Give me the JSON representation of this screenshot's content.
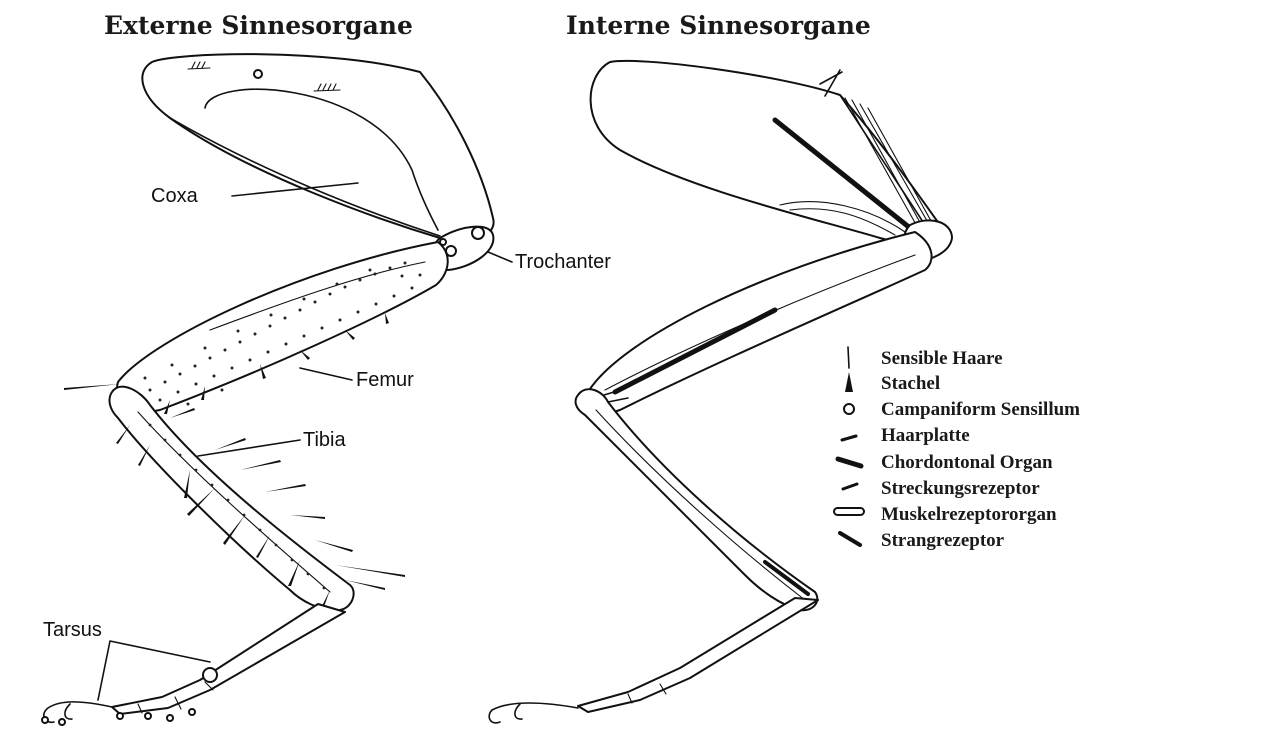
{
  "titles": {
    "external": "Externe Sinnesorgane",
    "internal": "Interne Sinnesorgane"
  },
  "parts": {
    "coxa": "Coxa",
    "trochanter": "Trochanter",
    "femur": "Femur",
    "tibia": "Tibia",
    "tarsus": "Tarsus"
  },
  "legend": [
    {
      "symbol": "sensible-hair-symbol",
      "label": "Sensible Haare"
    },
    {
      "symbol": "spine-symbol",
      "label": "Stachel"
    },
    {
      "symbol": "campaniform-sensillum-symbol",
      "label": "Campaniform Sensillum"
    },
    {
      "symbol": "hair-plate-symbol",
      "label": "Haarplatte"
    },
    {
      "symbol": "chordotonal-organ-symbol",
      "label": "Chordontonal Organ"
    },
    {
      "symbol": "stretch-receptor-symbol",
      "label": "Streckungsrezeptor"
    },
    {
      "symbol": "muscle-receptor-organ-symbol",
      "label": "Muskelrezeptororgan"
    },
    {
      "symbol": "strand-receptor-symbol",
      "label": "Strangrezeptor"
    }
  ]
}
